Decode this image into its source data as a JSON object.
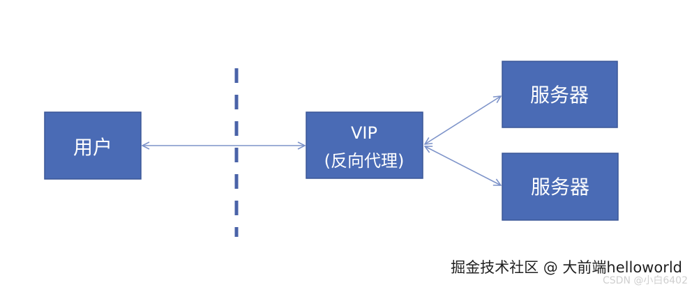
{
  "nodes": {
    "user": {
      "label": "用户"
    },
    "proxy": {
      "line1": "VIP",
      "line2": "(反向代理)"
    },
    "server_top": {
      "label": "服务器"
    },
    "server_bottom": {
      "label": "服务器"
    }
  },
  "watermark": {
    "text": "掘金技术社区 @ 大前端helloworld",
    "sub": "CSDN @小白6402"
  },
  "colors": {
    "node_fill": "#4a6bb5",
    "node_text": "#ffffff",
    "connector": "#7d93c9",
    "divider": "#4a63a8"
  }
}
